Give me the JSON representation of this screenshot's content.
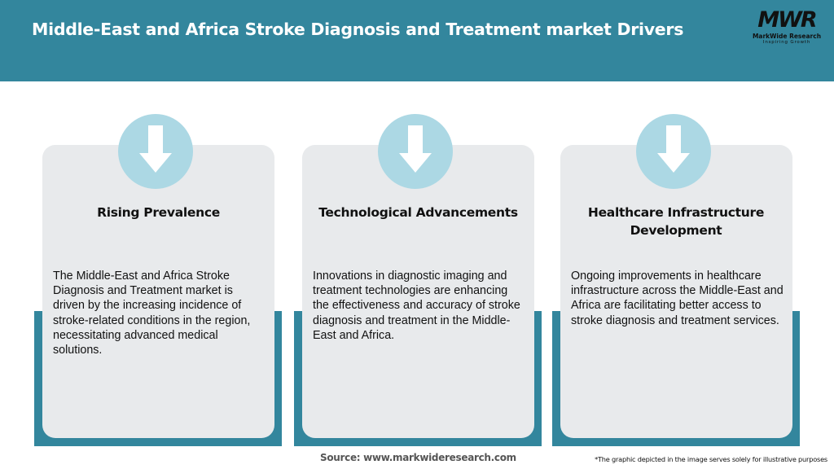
{
  "header": {
    "title": "Middle-East and Africa Stroke Diagnosis and Treatment market Drivers",
    "background_color": "#33869d"
  },
  "logo": {
    "mark": "MWR",
    "name": "MarkWide Research",
    "tagline": "Inspiring Growth"
  },
  "drivers": [
    {
      "icon": "down-arrow-icon",
      "title": "Rising Prevalence",
      "body": "The Middle-East and Africa Stroke Diagnosis and Treatment market is driven by the increasing incidence of stroke-related conditions in the region, necessitating advanced medical solutions."
    },
    {
      "icon": "down-arrow-icon",
      "title": "Technological Advancements",
      "body": "Innovations in diagnostic imaging and treatment technologies are enhancing the effectiveness and accuracy of stroke diagnosis and treatment in the Middle-East and Africa."
    },
    {
      "icon": "down-arrow-icon",
      "title": "Healthcare Infrastructure Development",
      "body": "Ongoing improvements in healthcare infrastructure across the Middle-East and Africa are facilitating better access to stroke diagnosis and treatment services."
    }
  ],
  "colors": {
    "accent": "#33869d",
    "card": "#e8eaec",
    "icon_circle": "#acd8e4"
  },
  "footer": {
    "source": "Source: www.markwideresearch.com",
    "disclaimer": "*The graphic depicted in the image serves solely for illustrative purposes"
  }
}
